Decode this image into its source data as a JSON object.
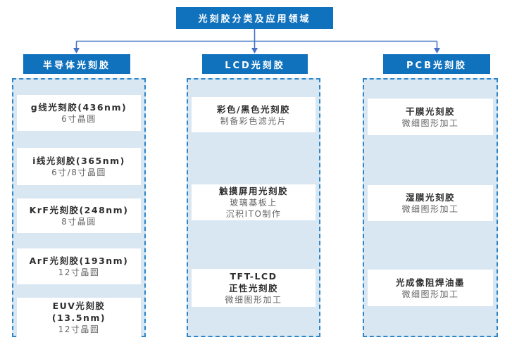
{
  "root": {
    "title": "光刻胶分类及应用领域"
  },
  "colors": {
    "node_blue": "#1071BD",
    "connector_blue": "#4472C4",
    "panel_fill": "#D9E7F3",
    "panel_border": "#2E86C8",
    "card_fill": "#FFFFFF",
    "card_title_text": "#2E2E2E",
    "card_subtitle_text": "#666666"
  },
  "columns": [
    {
      "header": "半导体光刻胶",
      "items": [
        {
          "lines": [
            {
              "text": "g线光刻胶(436nm)",
              "style": "bold"
            },
            {
              "text": "6寸晶圆",
              "style": "gray"
            }
          ]
        },
        {
          "lines": [
            {
              "text": "i线光刻胶(365nm)",
              "style": "bold"
            },
            {
              "text": "6寸/8寸晶圆",
              "style": "gray"
            }
          ]
        },
        {
          "lines": [
            {
              "text": "KrF光刻胶(248nm)",
              "style": "bold"
            },
            {
              "text": "8寸晶圆",
              "style": "gray"
            }
          ]
        },
        {
          "lines": [
            {
              "text": "ArF光刻胶(193nm)",
              "style": "bold"
            },
            {
              "text": "12寸晶圆",
              "style": "gray"
            }
          ]
        },
        {
          "lines": [
            {
              "text": "EUV光刻胶",
              "style": "bold"
            },
            {
              "text": "(13.5nm)",
              "style": "bold"
            },
            {
              "text": "12寸晶圆",
              "style": "gray"
            }
          ]
        }
      ]
    },
    {
      "header": "LCD光刻胶",
      "items": [
        {
          "lines": [
            {
              "text": "彩色/黑色光刻胶",
              "style": "bold"
            },
            {
              "text": "制备彩色滤光片",
              "style": "gray"
            }
          ]
        },
        {
          "lines": [
            {
              "text": "触摸屏用光刻胶",
              "style": "bold"
            },
            {
              "text": "玻璃基板上",
              "style": "gray"
            },
            {
              "text": "沉积ITO制作",
              "style": "gray"
            }
          ]
        },
        {
          "lines": [
            {
              "text": "TFT-LCD",
              "style": "bold"
            },
            {
              "text": "正性光刻胶",
              "style": "bold"
            },
            {
              "text": "微细图形加工",
              "style": "gray"
            }
          ]
        }
      ]
    },
    {
      "header": "PCB光刻胶",
      "items": [
        {
          "lines": [
            {
              "text": "干膜光刻胶",
              "style": "bold"
            },
            {
              "text": "微细图形加工",
              "style": "gray"
            }
          ]
        },
        {
          "lines": [
            {
              "text": "湿膜光刻胶",
              "style": "bold"
            },
            {
              "text": "微细图形加工",
              "style": "gray"
            }
          ]
        },
        {
          "lines": [
            {
              "text": "光成像阻焊油墨",
              "style": "bold"
            },
            {
              "text": "微细图形加工",
              "style": "gray"
            }
          ]
        }
      ]
    }
  ]
}
